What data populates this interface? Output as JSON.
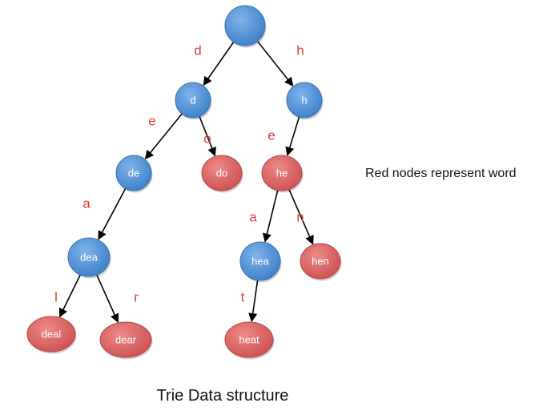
{
  "colors": {
    "word_node": "#d9605f",
    "prefix_node": "#4d8fd6",
    "edge": "#000000",
    "edge_label": "#d9403a"
  },
  "legend": "Red nodes represent word",
  "caption": "Trie Data structure",
  "nodes": [
    {
      "id": "root",
      "label": "",
      "type": "prefix"
    },
    {
      "id": "d",
      "label": "d",
      "type": "prefix"
    },
    {
      "id": "h",
      "label": "h",
      "type": "prefix"
    },
    {
      "id": "de",
      "label": "de",
      "type": "prefix"
    },
    {
      "id": "do",
      "label": "do",
      "type": "word"
    },
    {
      "id": "he",
      "label": "he",
      "type": "word"
    },
    {
      "id": "dea",
      "label": "dea",
      "type": "prefix"
    },
    {
      "id": "hea",
      "label": "hea",
      "type": "prefix"
    },
    {
      "id": "hen",
      "label": "hen",
      "type": "word"
    },
    {
      "id": "deal",
      "label": "deal",
      "type": "word"
    },
    {
      "id": "dear",
      "label": "dear",
      "type": "word"
    },
    {
      "id": "heat",
      "label": "heat",
      "type": "word"
    }
  ],
  "edges": [
    {
      "from": "root",
      "to": "d",
      "label": "d"
    },
    {
      "from": "root",
      "to": "h",
      "label": "h"
    },
    {
      "from": "d",
      "to": "de",
      "label": "e"
    },
    {
      "from": "d",
      "to": "do",
      "label": "o"
    },
    {
      "from": "h",
      "to": "he",
      "label": "e"
    },
    {
      "from": "de",
      "to": "dea",
      "label": "a"
    },
    {
      "from": "he",
      "to": "hea",
      "label": "a"
    },
    {
      "from": "he",
      "to": "hen",
      "label": "n"
    },
    {
      "from": "dea",
      "to": "deal",
      "label": "l"
    },
    {
      "from": "dea",
      "to": "dear",
      "label": "r"
    },
    {
      "from": "hea",
      "to": "heat",
      "label": "t"
    }
  ]
}
